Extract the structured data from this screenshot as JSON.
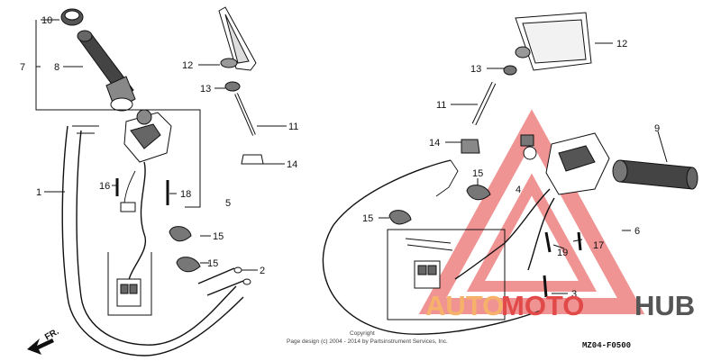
{
  "callouts": {
    "c10": "10",
    "c7": "7",
    "c8": "8",
    "c1": "1",
    "c16": "16",
    "c18": "18",
    "c5": "5",
    "c15a": "15",
    "c15b": "15",
    "c2": "2",
    "c12a": "12",
    "c13a": "13",
    "c11a": "11",
    "c14a": "14",
    "c12b": "12",
    "c13b": "13",
    "c11b": "11",
    "c14b": "14",
    "c15c": "15",
    "c15d": "15",
    "c9": "9",
    "c4": "4",
    "c6": "6",
    "c19": "19",
    "c17": "17",
    "c3": "3"
  },
  "direction": {
    "label": "FR."
  },
  "copyright": {
    "line1": "Copyright",
    "line2": "Page design (c) 2004 - 2014 by Partsinstrument Services, Inc."
  },
  "diagram_code": "MZ04-F0500",
  "watermark": {
    "word_auto": "AUTO",
    "word_moto": "MOTO",
    "word_hub": "HUB",
    "color_auto": "#f6b26b",
    "color_moto": "#e24a4a",
    "color_hub": "#555555"
  }
}
